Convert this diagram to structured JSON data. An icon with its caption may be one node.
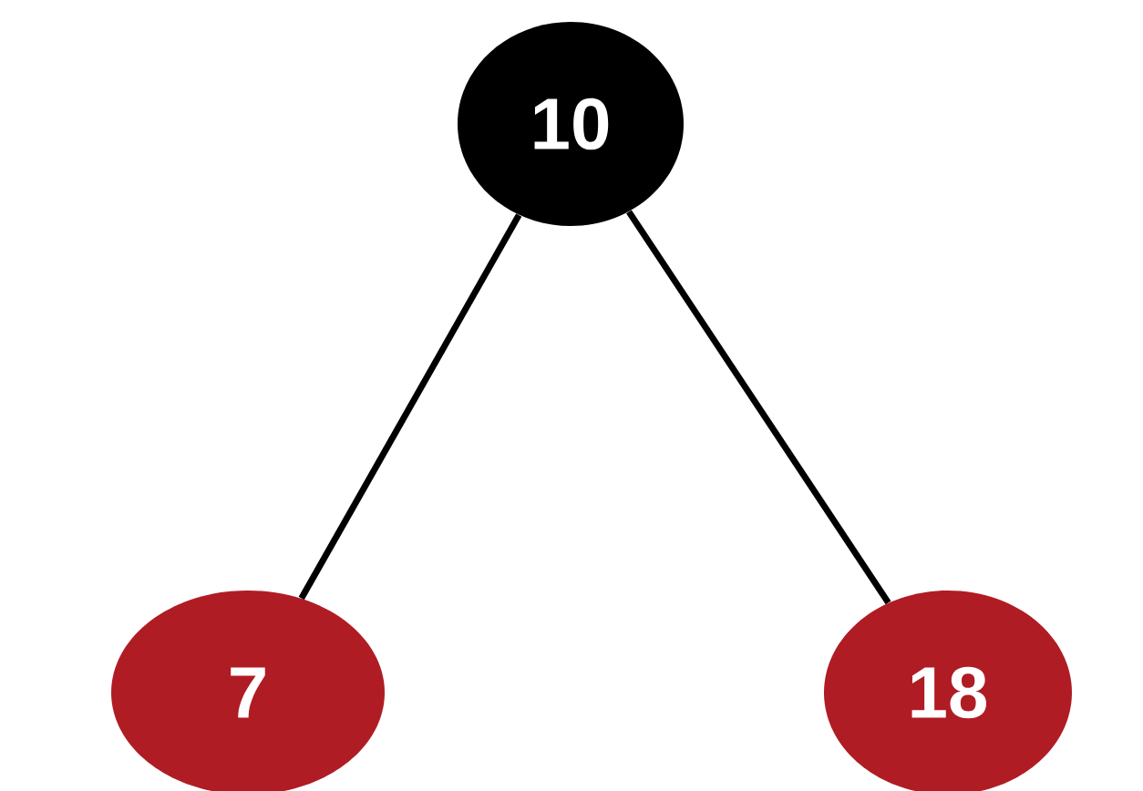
{
  "diagram": {
    "nodes": [
      {
        "text": [
          "10"
        ]
      },
      {
        "text": [
          "7"
        ]
      },
      {
        "text": [
          "18"
        ]
      }
    ],
    "edges": [
      {
        "from": 0,
        "to": 1,
        "arrow": "none"
      },
      {
        "from": 0,
        "to": 2,
        "arrow": "none"
      }
    ]
  }
}
